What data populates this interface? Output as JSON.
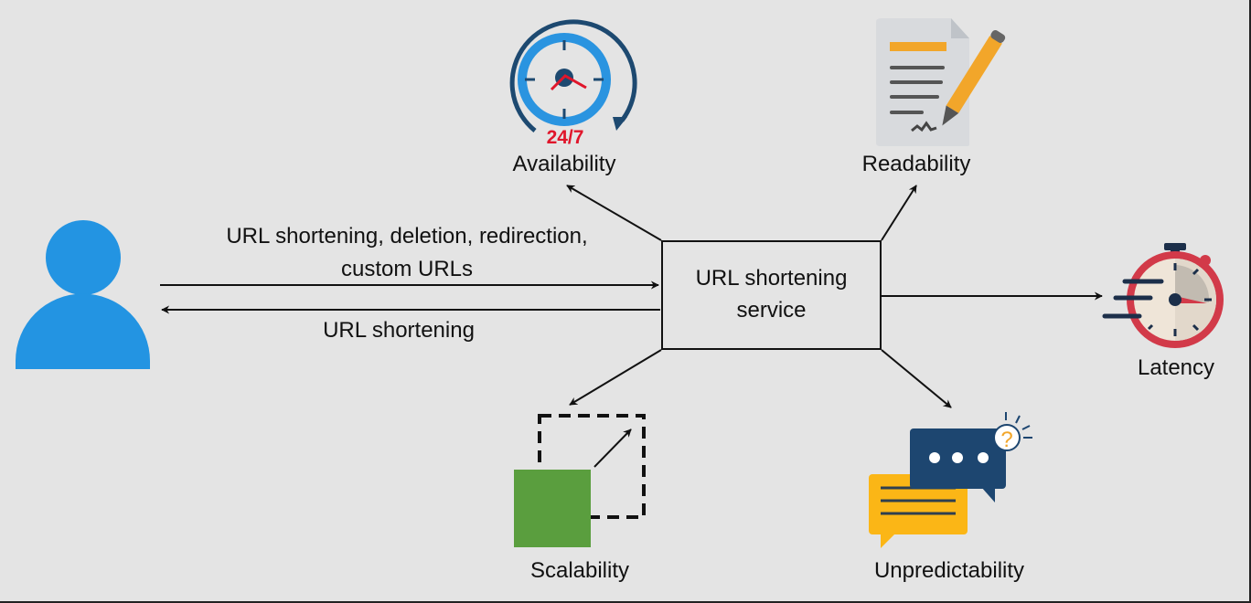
{
  "diagram": {
    "title": "URL shortening service requirements",
    "actor": {
      "icon": "user-icon",
      "color": "#2394e2"
    },
    "service": {
      "label_line1": "URL shortening",
      "label_line2": "service"
    },
    "requests": {
      "label_line1": "URL shortening, deletion, redirection,",
      "label_line2": "custom URLs"
    },
    "response": {
      "label": "URL shortening"
    },
    "requirements": [
      {
        "key": "availability",
        "label": "Availability",
        "icon": "clock-24-7-icon",
        "badge": "24/7",
        "badge_color": "#e0162b"
      },
      {
        "key": "readability",
        "label": "Readability",
        "icon": "document-pencil-icon"
      },
      {
        "key": "latency",
        "label": "Latency",
        "icon": "stopwatch-icon"
      },
      {
        "key": "unpredictability",
        "label": "Unpredictability",
        "icon": "chat-question-icon"
      },
      {
        "key": "scalability",
        "label": "Scalability",
        "icon": "scale-box-icon",
        "color": "#5a9e3e"
      }
    ]
  }
}
